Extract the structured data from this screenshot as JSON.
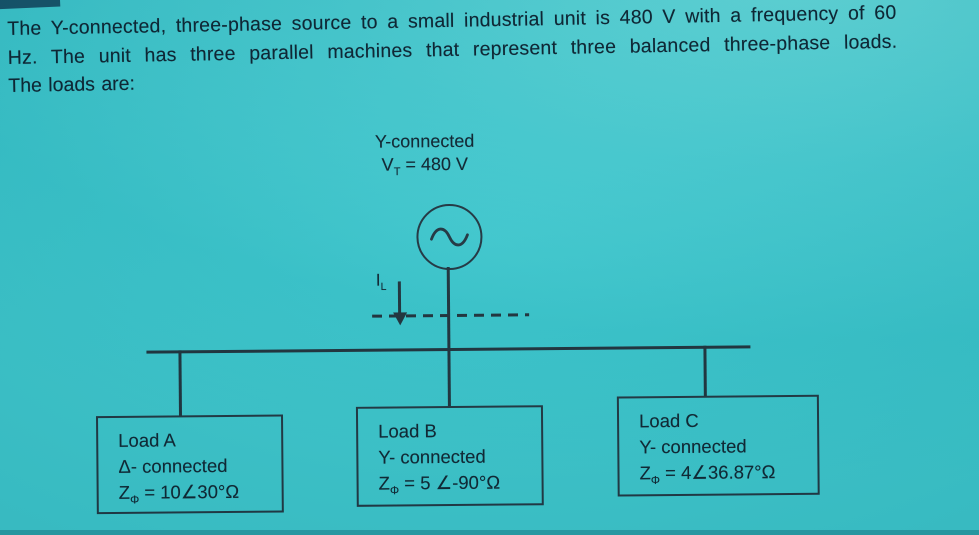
{
  "problem": {
    "lines": [
      "The Y-connected, three-phase source to a small industrial unit is 480 V with a frequency of 60",
      "Hz. The unit has three parallel machines that represent three balanced three-phase loads.",
      "The loads are:"
    ]
  },
  "source": {
    "connection_label": "Y-connected",
    "voltage": {
      "base": "V",
      "sub": "T",
      "rest": " = 480 V"
    },
    "line_current": {
      "base": "I",
      "sub": "L"
    }
  },
  "loads": [
    {
      "name": "Load A",
      "connection": "Δ- connected",
      "impedance": {
        "base": "Z",
        "sub": "Φ",
        "rest": " = 10∠30°Ω"
      }
    },
    {
      "name": "Load B",
      "connection": "Y- connected",
      "impedance": {
        "base": "Z",
        "sub": "Φ",
        "rest": " = 5 ∠-90°Ω"
      }
    },
    {
      "name": "Load C",
      "connection": "Y- connected",
      "impedance": {
        "base": "Z",
        "sub": "Φ",
        "rest": " = 4∠36.87°Ω"
      }
    }
  ],
  "colors": {
    "background": "#3fc6cc",
    "text": "#0c2230",
    "line": "#1e313b"
  }
}
